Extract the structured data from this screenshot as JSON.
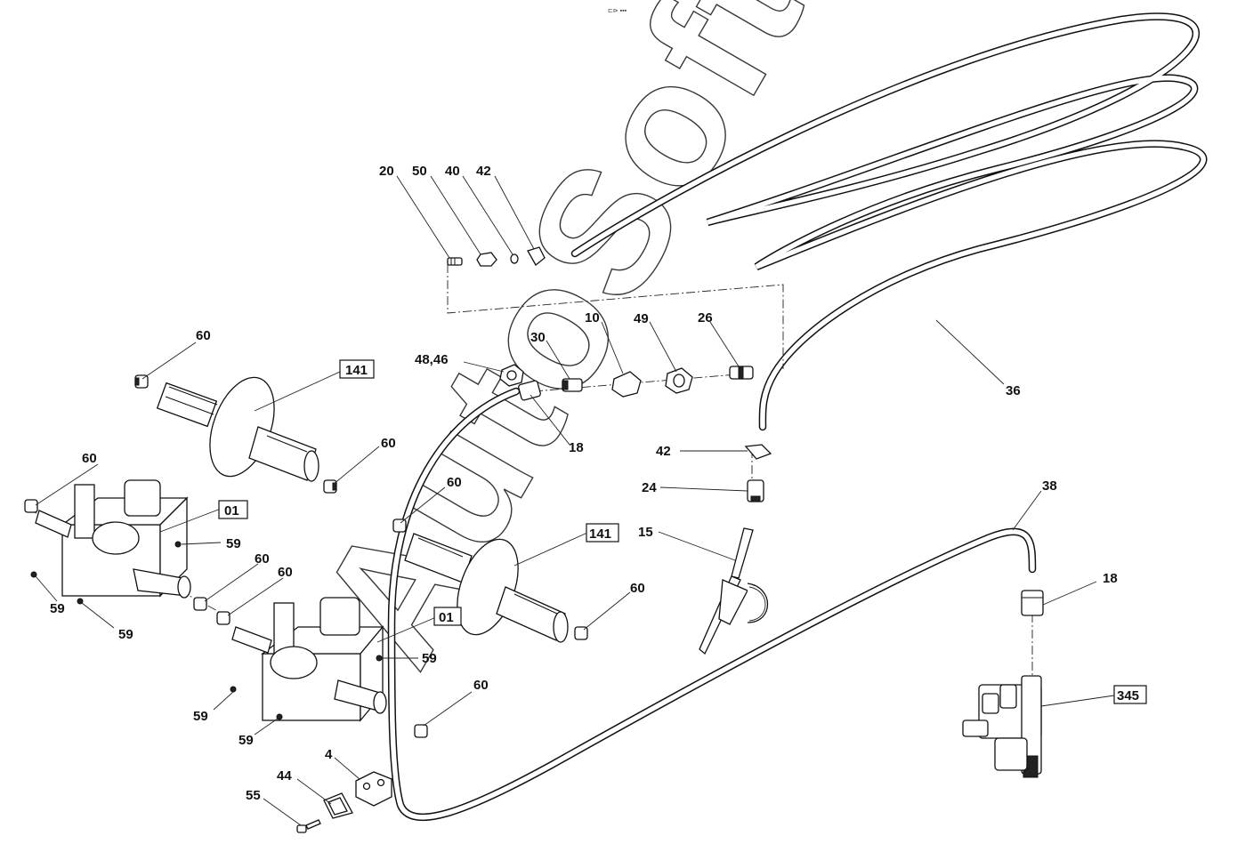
{
  "watermark": "AutoSoft",
  "header_mark": "⊏⊳ ▪▪▪",
  "callouts": [
    {
      "id": "c20",
      "text": "20"
    },
    {
      "id": "c50",
      "text": "50"
    },
    {
      "id": "c40",
      "text": "40"
    },
    {
      "id": "c42a",
      "text": "42"
    },
    {
      "id": "c60a",
      "text": "60"
    },
    {
      "id": "c141a",
      "text": "141",
      "boxed": true
    },
    {
      "id": "c48",
      "text": "48,46"
    },
    {
      "id": "c30",
      "text": "30"
    },
    {
      "id": "c10",
      "text": "10"
    },
    {
      "id": "c49",
      "text": "49"
    },
    {
      "id": "c26",
      "text": "26"
    },
    {
      "id": "c36",
      "text": "36"
    },
    {
      "id": "c60b",
      "text": "60"
    },
    {
      "id": "c18a",
      "text": "18"
    },
    {
      "id": "c42b",
      "text": "42"
    },
    {
      "id": "c60c",
      "text": "60"
    },
    {
      "id": "c01a",
      "text": "01",
      "boxed": true
    },
    {
      "id": "c60d",
      "text": "60"
    },
    {
      "id": "c24",
      "text": "24"
    },
    {
      "id": "c38",
      "text": "38"
    },
    {
      "id": "c59a",
      "text": "59"
    },
    {
      "id": "c15",
      "text": "15"
    },
    {
      "id": "c141b",
      "text": "141",
      "boxed": true
    },
    {
      "id": "c18b",
      "text": "18"
    },
    {
      "id": "c60e",
      "text": "60"
    },
    {
      "id": "c60f",
      "text": "60"
    },
    {
      "id": "c59b",
      "text": "59"
    },
    {
      "id": "c60g",
      "text": "60"
    },
    {
      "id": "c59c",
      "text": "59"
    },
    {
      "id": "c01b",
      "text": "01",
      "boxed": true
    },
    {
      "id": "c59d",
      "text": "59"
    },
    {
      "id": "c345",
      "text": "345",
      "boxed": true
    },
    {
      "id": "c60h",
      "text": "60"
    },
    {
      "id": "c59e",
      "text": "59"
    },
    {
      "id": "c59f",
      "text": "59"
    },
    {
      "id": "c4",
      "text": "4"
    },
    {
      "id": "c44",
      "text": "44"
    },
    {
      "id": "c55",
      "text": "55"
    }
  ]
}
